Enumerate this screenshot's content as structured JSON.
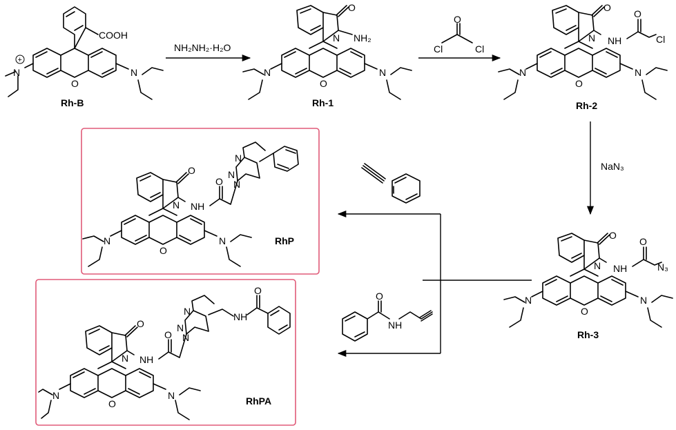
{
  "compounds": {
    "rhb": "Rh-B",
    "rh1": "Rh-1",
    "rh2": "Rh-2",
    "rh3": "Rh-3",
    "rhp": "RhP",
    "rhpa": "RhPA"
  },
  "reagents": {
    "step1": "NH₂NH₂·H₂O",
    "step3": "NaN₃"
  },
  "atoms": {
    "N": "N",
    "O": "O",
    "NH": "NH",
    "NH2": "NH₂",
    "Cl": "Cl",
    "COOH": "COOH",
    "N3": "N₃",
    "plus": "+"
  },
  "colors": {
    "highlight_box": "#e05a78",
    "ink": "#000000"
  }
}
